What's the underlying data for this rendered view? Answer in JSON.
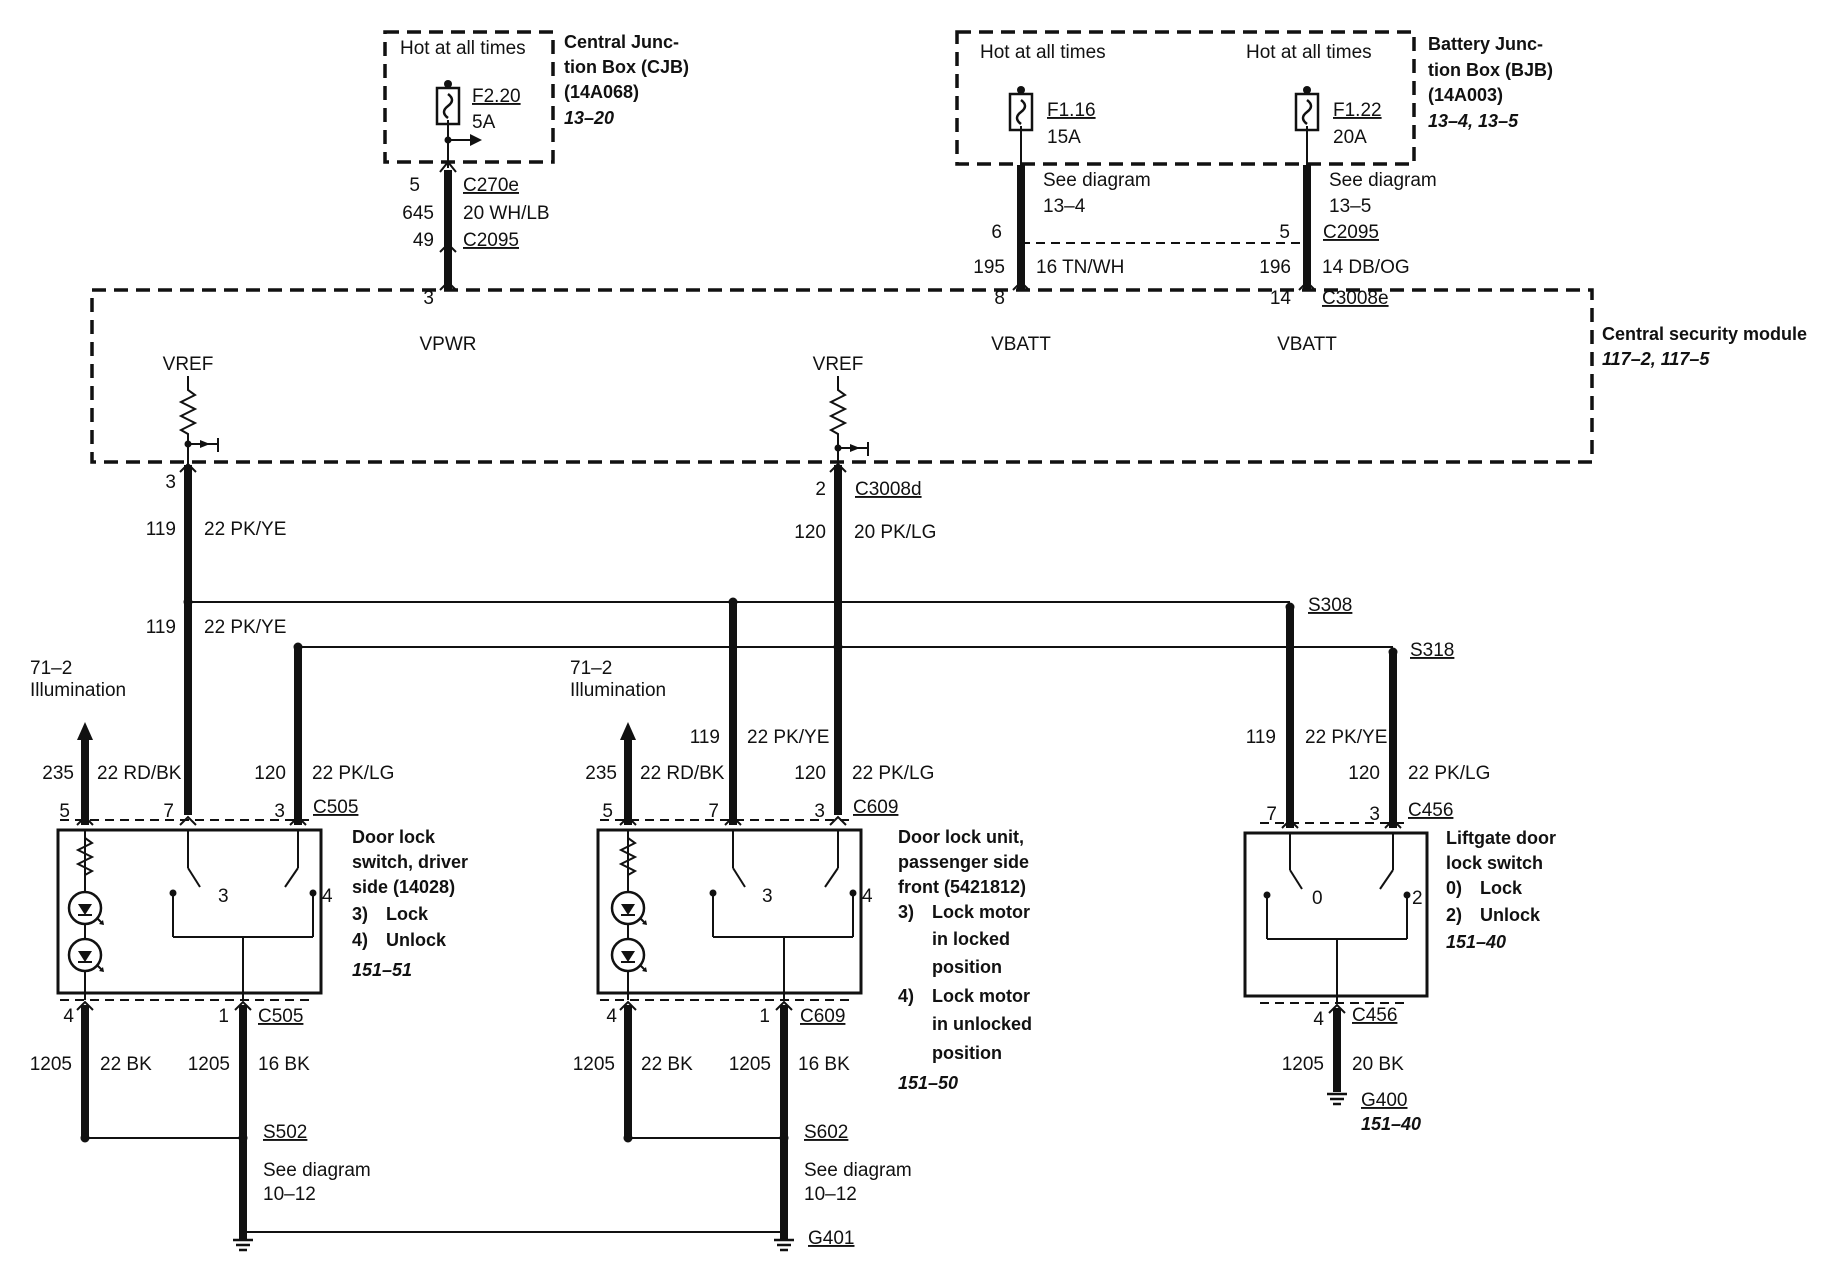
{
  "cjb": {
    "hot_label": "Hot at all times",
    "fuse_id": "F2.20",
    "fuse_rating": "5A",
    "title_1": "Central Junc-",
    "title_2": "tion Box (CJB)",
    "part": "(14A068)",
    "ref": "13–20"
  },
  "bjb": {
    "hot_label_1": "Hot at all times",
    "hot_label_2": "Hot at all times",
    "fuse1_id": "F1.16",
    "fuse1_rating": "15A",
    "fuse2_id": "F1.22",
    "fuse2_rating": "20A",
    "title_1": "Battery Junc-",
    "title_2": "tion Box (BJB)",
    "part": "(14A003)",
    "ref": "13–4, 13–5"
  },
  "vpwr_feed": {
    "pin_c270e": "5",
    "conn_c270e": "C270e",
    "circuit": "645",
    "wire": "20 WH/LB",
    "pin_c2095": "49",
    "conn_c2095": "C2095",
    "pin_module": "3",
    "label": "VPWR"
  },
  "vbatt1_feed": {
    "see_1": "See diagram",
    "see_2": "13–4",
    "pin_c2095": "6",
    "circuit": "195",
    "wire": "16 TN/WH",
    "pin_module": "8",
    "label": "VBATT"
  },
  "vbatt2_feed": {
    "see_1": "See diagram",
    "see_2": "13–5",
    "pin_c2095": "5",
    "conn_c2095": "C2095",
    "circuit": "196",
    "wire": "14 DB/OG",
    "pin_module": "14",
    "conn_module": "C3008e",
    "label": "VBATT"
  },
  "module": {
    "title": "Central security module",
    "ref": "117–2, 117–5",
    "vref_1": "VREF",
    "vref_2": "VREF"
  },
  "lock_out": {
    "pin": "3",
    "circuit": "119",
    "wire": "22 PK/YE",
    "circuit_2": "119",
    "wire_2": "22 PK/YE"
  },
  "unlock_out": {
    "pin": "2",
    "conn": "C3008d",
    "circuit": "120",
    "wire": "20 PK/LG"
  },
  "splices": {
    "s308": "S308",
    "s318": "S318"
  },
  "driver_switch": {
    "illum_1": "71–2",
    "illum_2": "Illumination",
    "circuit_235": "235",
    "wire_235": "22 RD/BK",
    "circuit_120": "120",
    "wire_120": "22 PK/LG",
    "pin_5": "5",
    "pin_7": "7",
    "pin_3": "3",
    "conn_top": "C505",
    "contact_3": "3",
    "contact_4": "4",
    "title_1": "Door lock",
    "title_2": "switch, driver",
    "title_3": "side (14028)",
    "mode_3": "3)",
    "mode_3_text": "Lock",
    "mode_4": "4)",
    "mode_4_text": "Unlock",
    "ref": "151–51",
    "pin_4": "4",
    "pin_1": "1",
    "conn_bottom": "C505",
    "circuit_gnd_1": "1205",
    "wire_gnd_1": "22 BK",
    "circuit_gnd_2": "1205",
    "wire_gnd_2": "16 BK",
    "splice": "S502",
    "see_1": "See diagram",
    "see_2": "10–12"
  },
  "passenger_unit": {
    "illum_1": "71–2",
    "illum_2": "Illumination",
    "circuit_119": "119",
    "wire_119": "22 PK/YE",
    "circuit_235": "235",
    "wire_235": "22 RD/BK",
    "circuit_120": "120",
    "wire_120": "22 PK/LG",
    "pin_5": "5",
    "pin_7": "7",
    "pin_3": "3",
    "conn_top": "C609",
    "contact_3": "3",
    "contact_4": "4",
    "title_1": "Door lock unit,",
    "title_2": "passenger side",
    "title_3": "front (5421812)",
    "mode_3": "3)",
    "mode_3_text_1": "Lock motor",
    "mode_3_text_2": "in locked",
    "mode_3_text_3": "position",
    "mode_4": "4)",
    "mode_4_text_1": "Lock motor",
    "mode_4_text_2": "in unlocked",
    "mode_4_text_3": "position",
    "ref": "151–50",
    "pin_4": "4",
    "pin_1": "1",
    "conn_bottom": "C609",
    "circuit_gnd_1": "1205",
    "wire_gnd_1": "22 BK",
    "circuit_gnd_2": "1205",
    "wire_gnd_2": "16 BK",
    "splice": "S602",
    "see_1": "See diagram",
    "see_2": "10–12",
    "ground": "G401"
  },
  "liftgate_switch": {
    "circuit_119": "119",
    "wire_119": "22 PK/YE",
    "circuit_120": "120",
    "wire_120": "22 PK/LG",
    "pin_7": "7",
    "pin_3": "3",
    "conn_top": "C456",
    "contact_0": "0",
    "contact_2": "2",
    "title_1": "Liftgate door",
    "title_2": "lock switch",
    "mode_0": "0)",
    "mode_0_text": "Lock",
    "mode_2": "2)",
    "mode_2_text": "Unlock",
    "ref": "151–40",
    "pin_4": "4",
    "conn_bottom": "C456",
    "circuit_gnd": "1205",
    "wire_gnd": "20 BK",
    "ground": "G400",
    "ground_ref": "151–40"
  }
}
